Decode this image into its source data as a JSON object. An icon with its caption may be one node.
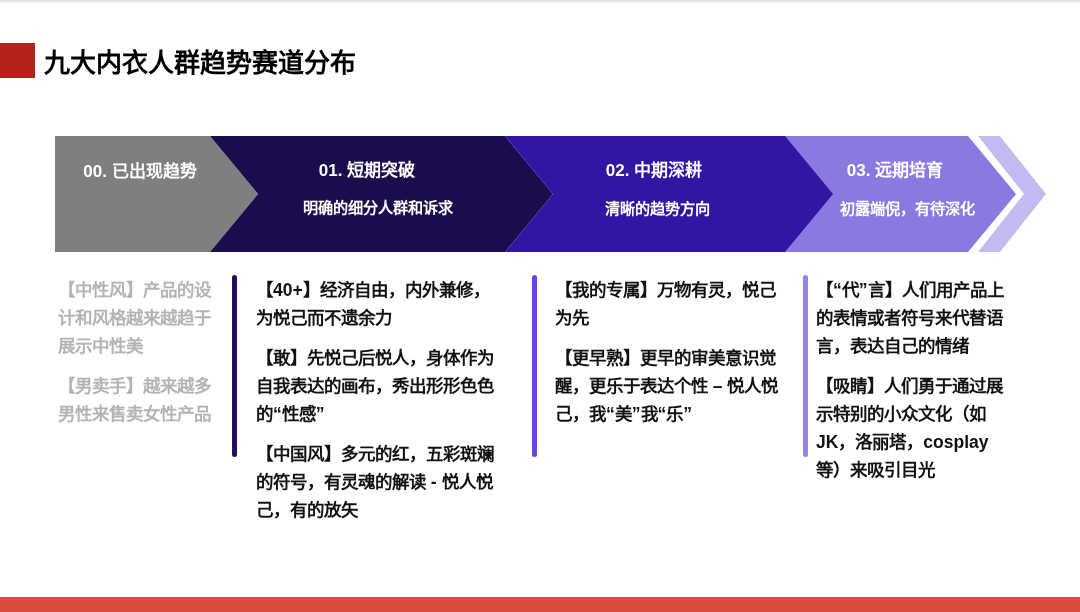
{
  "diagram": {
    "title": "九大内衣人群趋势赛道分布",
    "nodes": [
      {
        "text": [
          "00. 已出现趋势"
        ],
        "beside": [
          "【中性风】产品的设计和风格越来越趋于展示中性美",
          "【男卖手】越来越多男性来售卖女性产品"
        ]
      },
      {
        "text": [
          "01. 短期突破",
          "明确的细分人群和诉求"
        ],
        "beside": [
          "【40+】经济自由，内外兼修，为悦己而不遗余力",
          "【敢】先悦己后悦人，身体作为自我表达的画布，秀出形形色色的“性感”",
          "【中国风】多元的红，五彩斑斓的符号，有灵魂的解读 - 悦人悦己，有的放矢"
        ]
      },
      {
        "text": [
          "02. 中期深耕",
          "清晰的趋势方向"
        ],
        "beside": [
          "【我的专属】万物有灵，悦己为先",
          "【更早熟】更早的审美意识觉醒，更乐于表达个性 – 悦人悦己，我“美”我“乐”"
        ]
      },
      {
        "text": [
          "03. 远期培育",
          "初露端倪，有待深化"
        ],
        "beside": [
          "【“代”言】人们用产品上的表情或者符号来代替语言，表达自己的情绪",
          "【吸睛】人们勇于通过展示特别的小众文化（如JK，洛丽塔，cosplay等）来吸引目光"
        ]
      },
      {
        "text": [],
        "shape": "chevron"
      }
    ]
  }
}
